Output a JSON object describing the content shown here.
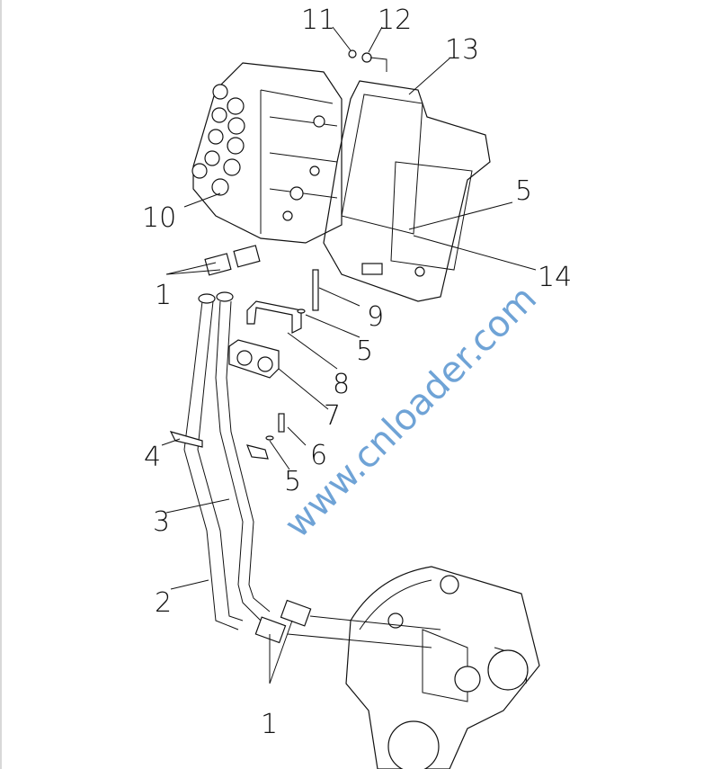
{
  "diagram": {
    "title": "Control valve hydraulic hose assembly",
    "callouts": [
      "11",
      "12",
      "13",
      "10",
      "5",
      "14",
      "1",
      "9",
      "5",
      "8",
      "7",
      "4",
      "6",
      "5",
      "3",
      "2",
      "1"
    ],
    "watermark": "www.cnloader.com",
    "colors": {
      "line": "#111111",
      "watermark": "#6fa3d6",
      "background": "#ffffff"
    }
  }
}
